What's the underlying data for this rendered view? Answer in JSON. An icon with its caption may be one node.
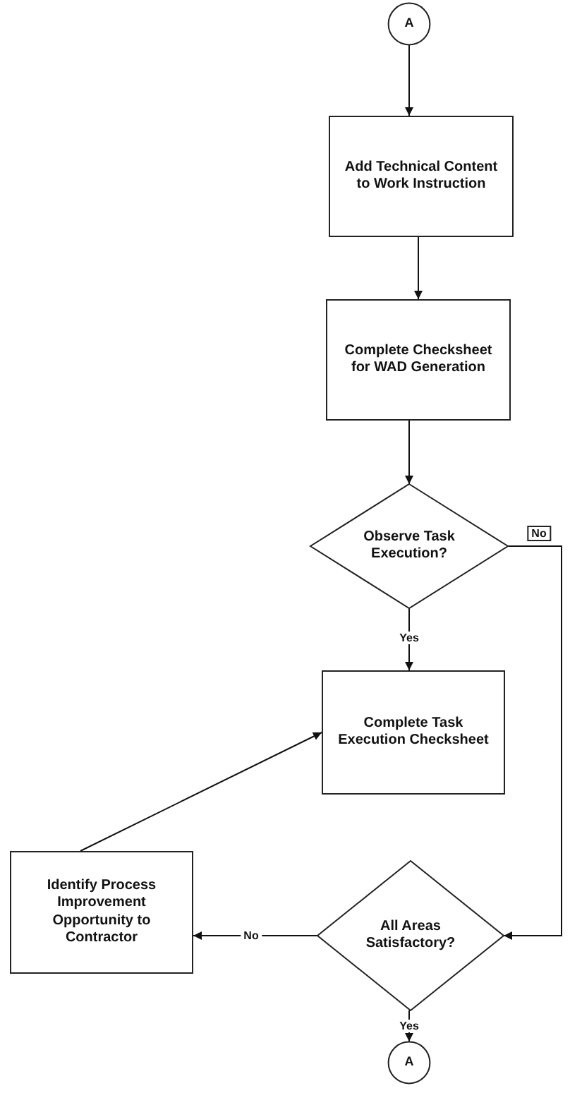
{
  "diagram": {
    "nodes": [
      {
        "text": [
          "A"
        ]
      },
      {
        "text": [
          "Add Technical Content to Work Instruction"
        ]
      },
      {
        "text": [
          "Complete Checksheet for WAD Generation"
        ]
      },
      {
        "text": [
          "Observe Task Execution?"
        ]
      },
      {
        "text": [
          "Complete Task Execution Checksheet"
        ]
      },
      {
        "text": [
          "All Areas Satisfactory?"
        ]
      },
      {
        "text": [
          "Identify Process Improvement Opportunity to Contractor"
        ]
      },
      {
        "text": [
          "A"
        ]
      }
    ],
    "edges": [
      {
        "from": 0,
        "to": 1,
        "arrow": "to"
      },
      {
        "from": 1,
        "to": 2,
        "arrow": "to"
      },
      {
        "from": 2,
        "to": 3,
        "arrow": "to"
      },
      {
        "from": 3,
        "to": 4,
        "arrow": "to",
        "label": "Yes"
      },
      {
        "from": 3,
        "to": 5,
        "arrow": "to",
        "label": "No"
      },
      {
        "from": 5,
        "to": 6,
        "arrow": "to",
        "label": "No"
      },
      {
        "from": 6,
        "to": 4,
        "arrow": "to"
      },
      {
        "from": 5,
        "to": 7,
        "arrow": "to",
        "label": "Yes"
      }
    ]
  }
}
